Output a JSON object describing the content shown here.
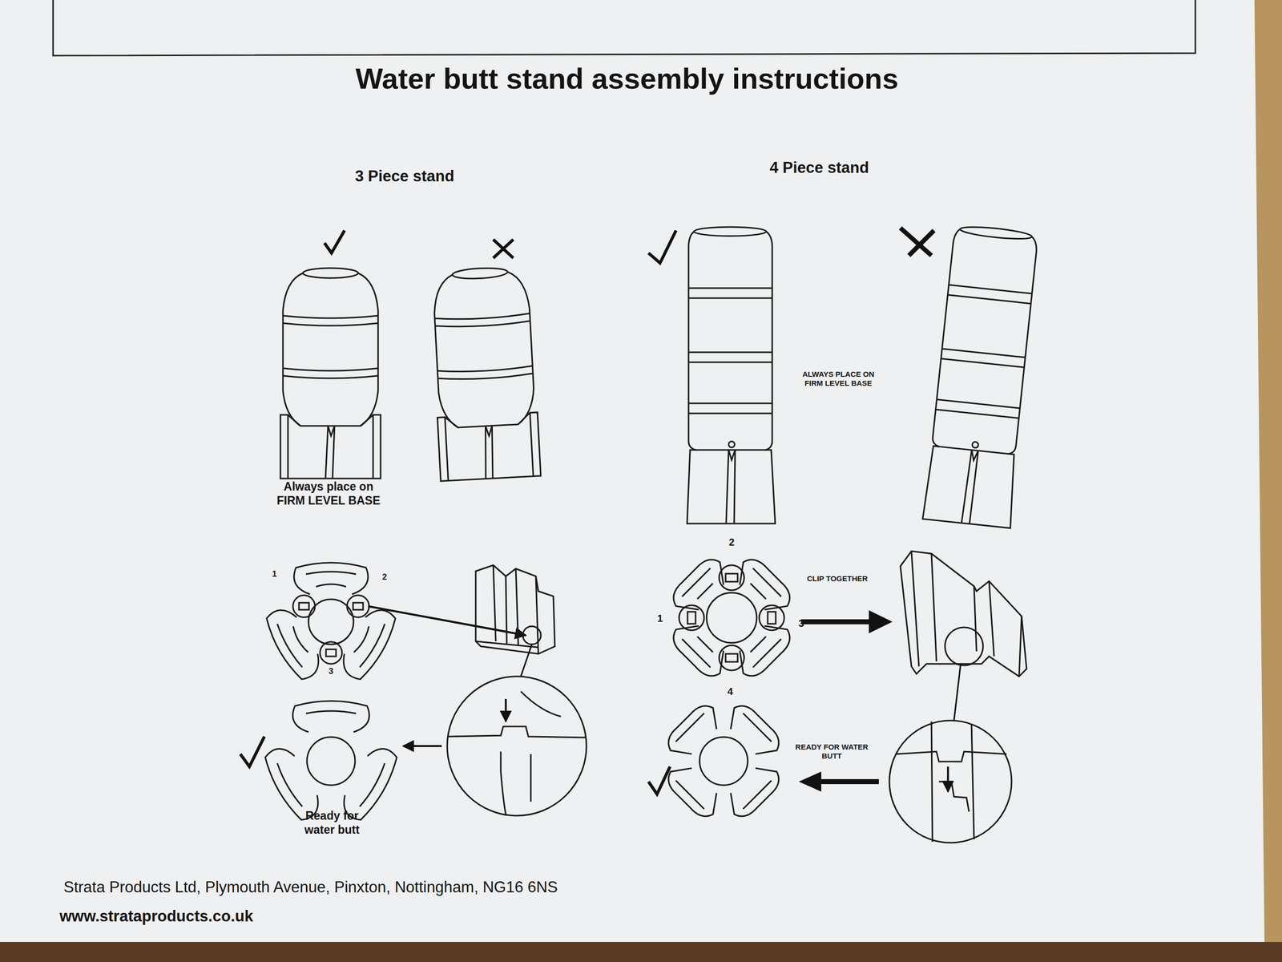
{
  "diagram": {
    "title": "Water butt stand assembly instructions",
    "labels": [
      "3 Piece stand",
      "4 Piece stand",
      "ALWAYS PLACE ON FIRM LEVEL BASE",
      "Always place on FIRM LEVEL BASE",
      "1",
      "2",
      "3",
      "2",
      "CLIP TOGETHER",
      "1",
      "3",
      "4",
      "READY FOR WATER BUTT",
      "Ready for water butt",
      "Strata Products Ltd, Plymouth Avenue, Pinxton, Nottingham, NG16 6NS",
      "www.strataproducts.co.uk"
    ]
  }
}
